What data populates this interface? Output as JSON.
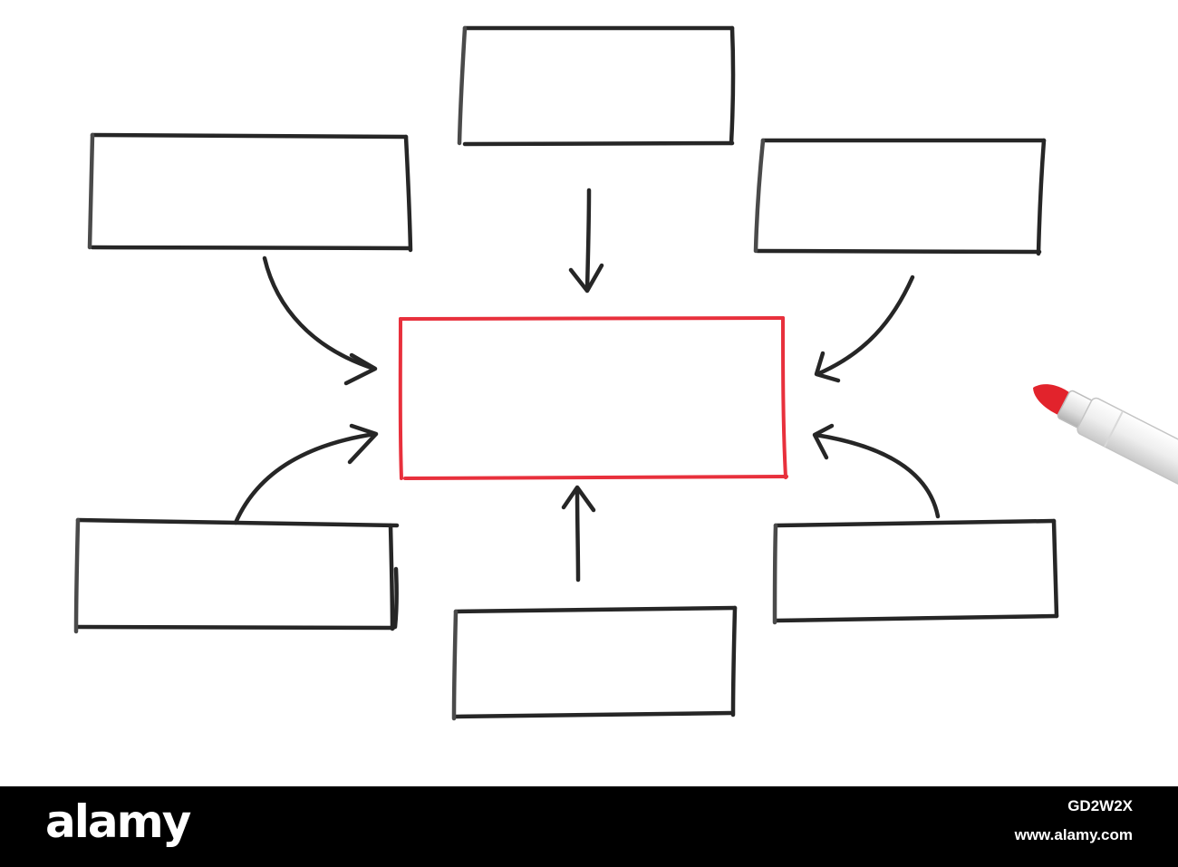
{
  "watermark": {
    "brand": "alamy",
    "image_id": "GD2W2X",
    "site": "www.alamy.com"
  },
  "colors": {
    "ink": "#222222",
    "ink_light": "#4a4a4a",
    "accent": "#e8303c",
    "marker_body": "#f2f2f2"
  },
  "diagram": {
    "boxes": [
      "box-top",
      "box-top-left",
      "box-top-right",
      "box-bottom-left",
      "box-bottom",
      "box-bottom-right"
    ],
    "central": "box-center",
    "arrows": [
      "arrow-top",
      "arrow-top-left",
      "arrow-top-right",
      "arrow-bottom-left",
      "arrow-bottom",
      "arrow-bottom-right"
    ]
  },
  "props": {
    "marker": "red-marker-pen"
  }
}
